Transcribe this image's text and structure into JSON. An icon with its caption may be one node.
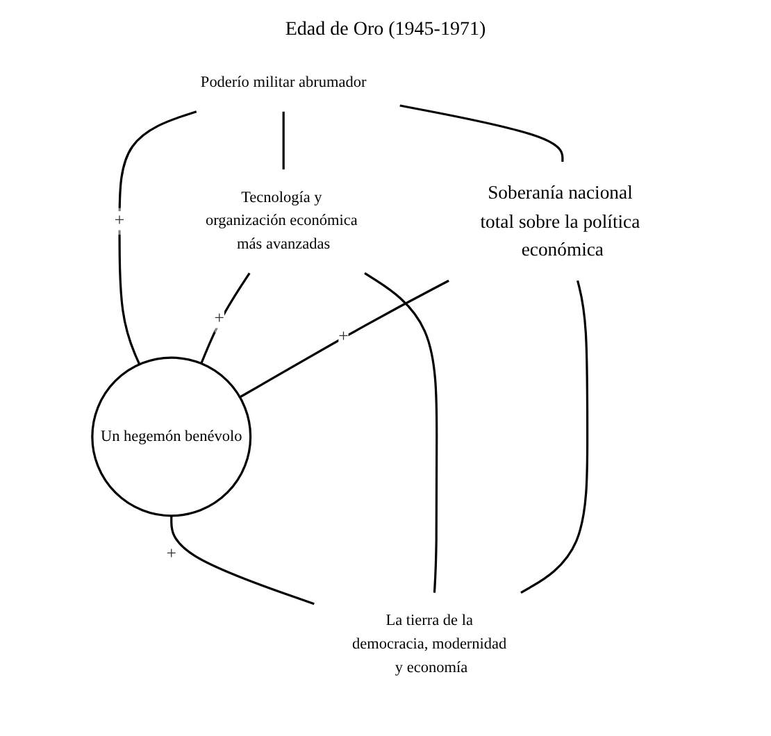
{
  "diagram": {
    "title": "Edad de Oro (1945-1971)",
    "nodes": [
      {
        "text": [
          "Poderío militar abrumador"
        ]
      },
      {
        "text": [
          "Tecnología y organización económica más avanzadas"
        ]
      },
      {
        "text": [
          "Un hegemón benévolo"
        ]
      },
      {
        "text": [
          "Soberanía nacional total sobre la política económica"
        ]
      },
      {
        "text": [
          "La tierra de la democracia, modernidad y economía"
        ]
      }
    ],
    "edges": [
      {
        "from": 0,
        "to": 1,
        "arrow": "none"
      },
      {
        "from": 0,
        "to": 3,
        "arrow": "none"
      },
      {
        "from": 0,
        "to": 2,
        "arrow": "none",
        "label": "+"
      },
      {
        "from": 1,
        "to": 2,
        "arrow": "none",
        "label": "+"
      },
      {
        "from": 3,
        "to": 2,
        "arrow": "none",
        "label": "+"
      },
      {
        "from": 2,
        "to": 4,
        "arrow": "none",
        "label": "+"
      },
      {
        "from": 1,
        "to": 4,
        "arrow": "none"
      },
      {
        "from": 3,
        "to": 4,
        "arrow": "none"
      }
    ]
  }
}
